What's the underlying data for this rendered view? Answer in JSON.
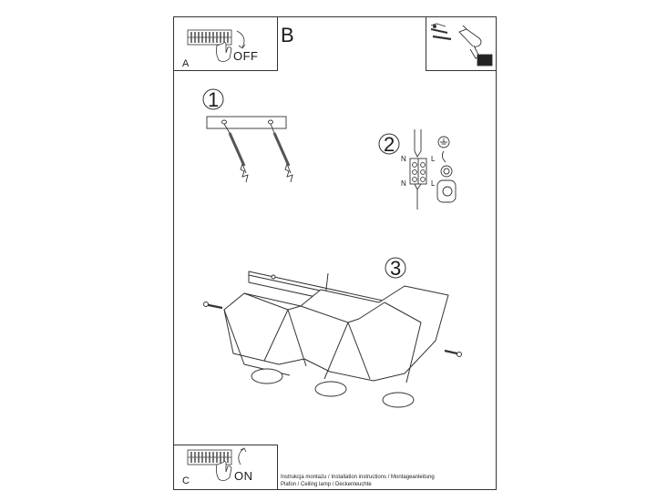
{
  "panel_a": {
    "letter": "A",
    "state": "OFF"
  },
  "panel_b": {
    "letter": "B"
  },
  "panel_c": {
    "letter": "C",
    "state": "ON"
  },
  "steps": {
    "one": "1",
    "two": "2",
    "three": "3"
  },
  "wiring": {
    "n_top": "N",
    "l_top": "L",
    "n_bottom": "N",
    "l_bottom": "L"
  },
  "caption": {
    "line1": "Instrukcja montażu / Installation instructions / Montageanleitung",
    "line2": "Plafon / Ceiling lamp / Deckenleuchte"
  }
}
